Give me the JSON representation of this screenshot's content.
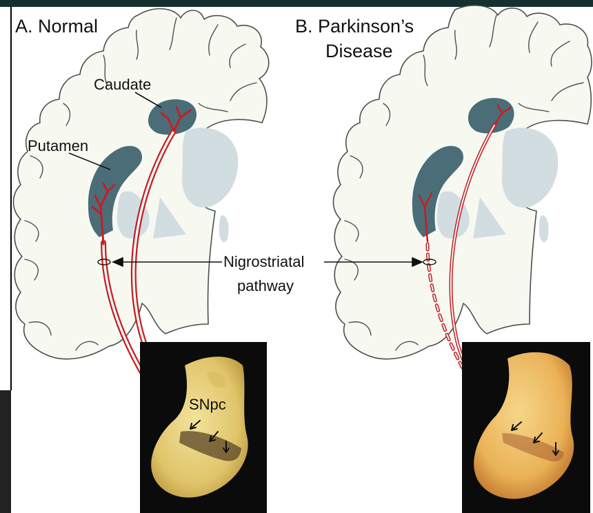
{
  "panels": {
    "a_title": "A. Normal",
    "b_title_line1": "B. Parkinson’s",
    "b_title_line2": "Disease"
  },
  "labels": {
    "caudate": "Caudate",
    "putamen": "Putamen",
    "pathway_line1": "Nigrostriatal",
    "pathway_line2": "pathway",
    "snpc": "SNpc"
  },
  "colors": {
    "frame": "#16302f",
    "brain_fill": "#f7f9f1",
    "brain_outline": "#4a4f4f",
    "striatum": "#4a6d78",
    "ventricle": "#d2dde2",
    "pathway": "#c41e24",
    "photo_bg": "#0b0b0b",
    "midbrain_normal": "#e2c66e",
    "midbrain_pd": "#e9b04f"
  }
}
